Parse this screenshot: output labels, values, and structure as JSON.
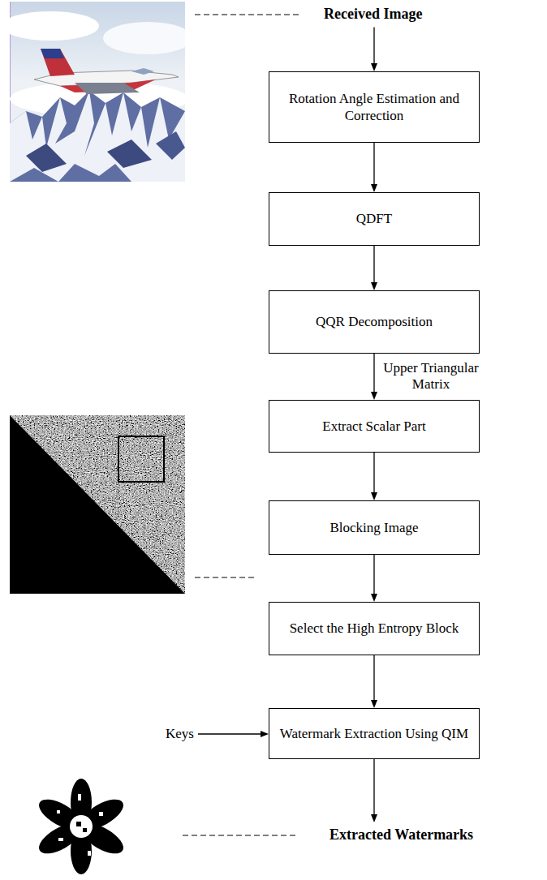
{
  "diagram": {
    "nodes": [
      {
        "text": [
          "Received Image"
        ]
      },
      {
        "text": [
          "Rotation Angle Estimation and Correction"
        ]
      },
      {
        "text": [
          "QDFT"
        ]
      },
      {
        "text": [
          "QQR Decomposition"
        ]
      },
      {
        "text": [
          "Extract Scalar Part"
        ]
      },
      {
        "text": [
          "Blocking Image"
        ]
      },
      {
        "text": [
          "Select the High Entropy Block"
        ]
      },
      {
        "text": [
          "Keys"
        ]
      },
      {
        "text": [
          "Watermark Extraction Using QIM"
        ]
      },
      {
        "text": [
          "Extracted Watermarks"
        ]
      }
    ],
    "edges": [
      {
        "from": 0,
        "to": 1,
        "arrow": "to"
      },
      {
        "from": 1,
        "to": 2,
        "arrow": "to"
      },
      {
        "from": 2,
        "to": 3,
        "arrow": "to"
      },
      {
        "from": 3,
        "to": 4,
        "arrow": "to",
        "label": "Upper Triangular Matrix"
      },
      {
        "from": 4,
        "to": 5,
        "arrow": "to"
      },
      {
        "from": 5,
        "to": 6,
        "arrow": "to"
      },
      {
        "from": 6,
        "to": 8,
        "arrow": "to"
      },
      {
        "from": 7,
        "to": 8,
        "arrow": "to"
      },
      {
        "from": 8,
        "to": 9,
        "arrow": "to"
      }
    ]
  }
}
